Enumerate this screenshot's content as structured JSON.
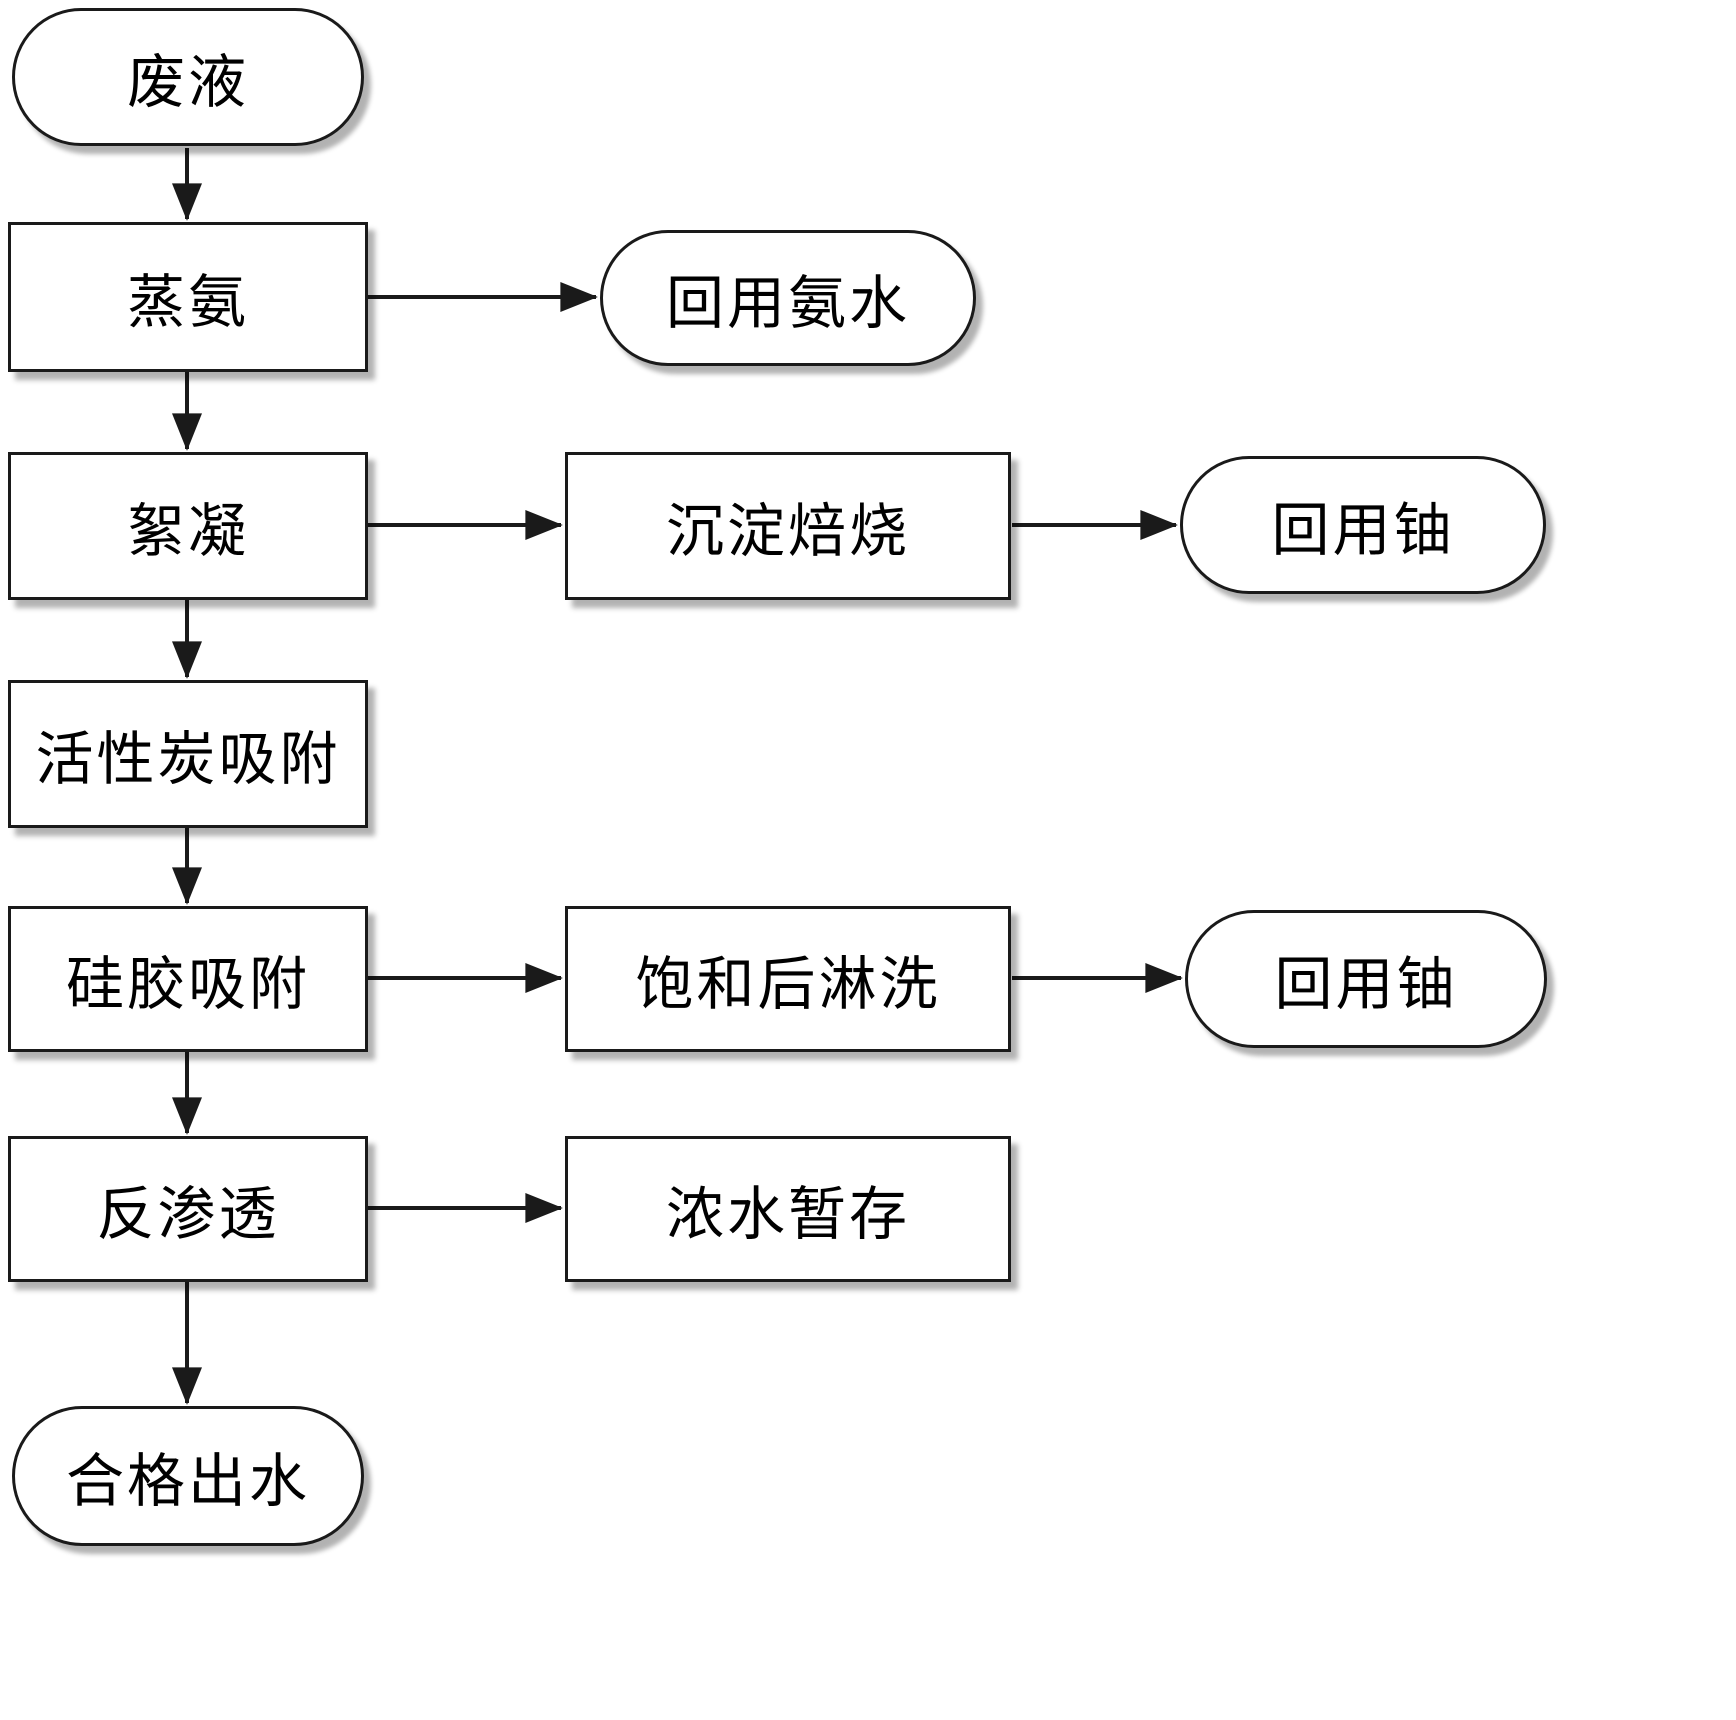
{
  "diagram_type": "flowchart",
  "colors": {
    "stroke": "#1a1a1a",
    "fill": "#ffffff",
    "shadow": "#b8b8b8"
  },
  "nodes": [
    {
      "id": "feed",
      "label": "废液",
      "shape": "stadium"
    },
    {
      "id": "steam-ammonia",
      "label": "蒸氨",
      "shape": "rect"
    },
    {
      "id": "reuse-ammonia-water",
      "label": "回用氨水",
      "shape": "stadium"
    },
    {
      "id": "flocculation",
      "label": "絮凝",
      "shape": "rect"
    },
    {
      "id": "precipitate-roasting",
      "label": "沉淀焙烧",
      "shape": "rect"
    },
    {
      "id": "reuse-uranium-1",
      "label": "回用铀",
      "shape": "stadium"
    },
    {
      "id": "activated-carbon",
      "label": "活性炭吸附",
      "shape": "rect"
    },
    {
      "id": "silica-gel-adsorption",
      "label": "硅胶吸附",
      "shape": "rect"
    },
    {
      "id": "rinse-after-saturation",
      "label": "饱和后淋洗",
      "shape": "rect"
    },
    {
      "id": "reuse-uranium-2",
      "label": "回用铀",
      "shape": "stadium"
    },
    {
      "id": "reverse-osmosis",
      "label": "反渗透",
      "shape": "rect"
    },
    {
      "id": "concentrate-storage",
      "label": "浓水暂存",
      "shape": "rect"
    },
    {
      "id": "qualified-effluent",
      "label": "合格出水",
      "shape": "stadium"
    }
  ],
  "edges": [
    {
      "from": "feed",
      "to": "steam-ammonia"
    },
    {
      "from": "steam-ammonia",
      "to": "reuse-ammonia-water"
    },
    {
      "from": "steam-ammonia",
      "to": "flocculation"
    },
    {
      "from": "flocculation",
      "to": "precipitate-roasting"
    },
    {
      "from": "precipitate-roasting",
      "to": "reuse-uranium-1"
    },
    {
      "from": "flocculation",
      "to": "activated-carbon"
    },
    {
      "from": "activated-carbon",
      "to": "silica-gel-adsorption"
    },
    {
      "from": "silica-gel-adsorption",
      "to": "rinse-after-saturation"
    },
    {
      "from": "rinse-after-saturation",
      "to": "reuse-uranium-2"
    },
    {
      "from": "silica-gel-adsorption",
      "to": "reverse-osmosis"
    },
    {
      "from": "reverse-osmosis",
      "to": "concentrate-storage"
    },
    {
      "from": "reverse-osmosis",
      "to": "qualified-effluent"
    }
  ]
}
